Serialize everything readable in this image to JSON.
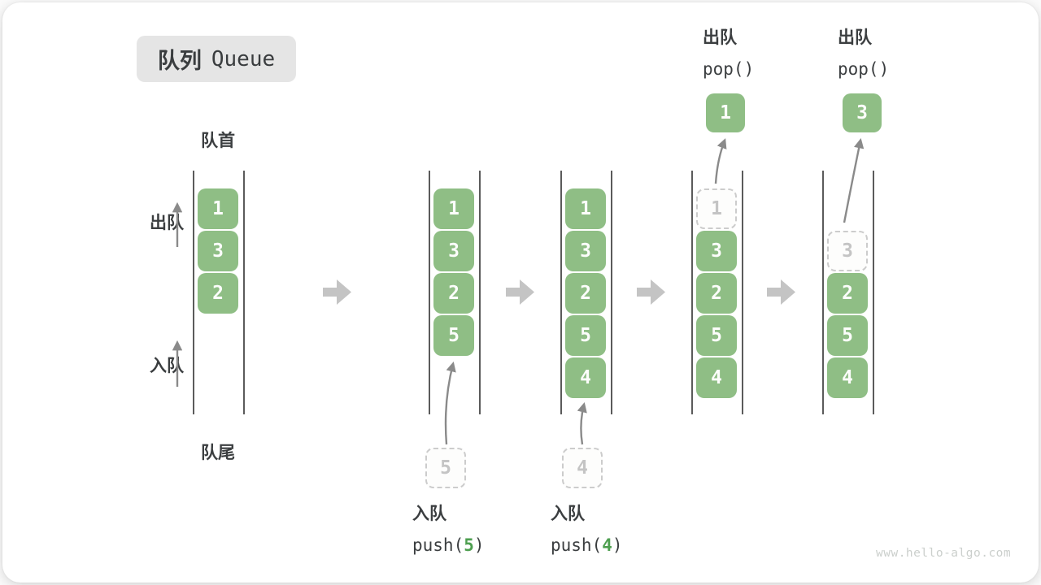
{
  "title": {
    "zh": "队列",
    "en": "Queue"
  },
  "side_labels": {
    "front": "队首",
    "rear": "队尾",
    "dequeue": "出队",
    "enqueue": "入队"
  },
  "watermark": "www.hello-algo.com",
  "colors": {
    "cell_green": "#8FBE85",
    "cell_text": "#FFFFFF",
    "code_arg_green": "#4E9F50",
    "text_dark": "#3B3E40",
    "ghost_border": "#CCCCCC",
    "ghost_text": "#C4C4C4",
    "wall_line": "#5B5B5B",
    "thin_arrow": "#8A8A8A",
    "block_arrow": "#C4C4C4",
    "title_bg": "#E5E5E5",
    "watermark_text": "#CBCFCC"
  },
  "icons": {
    "stage_transition": "right-block-arrow-icon",
    "side_flow": "up-arrow-icon",
    "insert_remove": "curved-up-arrow-icon"
  },
  "stages": [
    {
      "name": "initial",
      "cells": [
        {
          "slot": 1,
          "value": "1",
          "ghost": false
        },
        {
          "slot": 2,
          "value": "3",
          "ghost": false
        },
        {
          "slot": 3,
          "value": "2",
          "ghost": false
        }
      ]
    },
    {
      "name": "enqueue-5",
      "cells": [
        {
          "slot": 1,
          "value": "1",
          "ghost": false
        },
        {
          "slot": 2,
          "value": "3",
          "ghost": false
        },
        {
          "slot": 3,
          "value": "2",
          "ghost": false
        },
        {
          "slot": 4,
          "value": "5",
          "ghost": false
        }
      ],
      "pending_below": "5",
      "caption": {
        "action": "入队",
        "code_prefix": "push(",
        "arg": "5",
        "code_suffix": ")"
      }
    },
    {
      "name": "enqueue-4",
      "cells": [
        {
          "slot": 1,
          "value": "1",
          "ghost": false
        },
        {
          "slot": 2,
          "value": "3",
          "ghost": false
        },
        {
          "slot": 3,
          "value": "2",
          "ghost": false
        },
        {
          "slot": 4,
          "value": "5",
          "ghost": false
        },
        {
          "slot": 5,
          "value": "4",
          "ghost": false
        }
      ],
      "pending_below": "4",
      "caption": {
        "action": "入队",
        "code_prefix": "push(",
        "arg": "4",
        "code_suffix": ")"
      }
    },
    {
      "name": "dequeue-1",
      "cells": [
        {
          "slot": 1,
          "value": "1",
          "ghost": true
        },
        {
          "slot": 2,
          "value": "3",
          "ghost": false
        },
        {
          "slot": 3,
          "value": "2",
          "ghost": false
        },
        {
          "slot": 4,
          "value": "5",
          "ghost": false
        },
        {
          "slot": 5,
          "value": "4",
          "ghost": false
        }
      ],
      "popped": "1",
      "caption_top": {
        "action": "出队",
        "code": "pop()"
      }
    },
    {
      "name": "dequeue-3",
      "cells": [
        {
          "slot": 2,
          "value": "3",
          "ghost": true
        },
        {
          "slot": 3,
          "value": "2",
          "ghost": false
        },
        {
          "slot": 4,
          "value": "5",
          "ghost": false
        },
        {
          "slot": 5,
          "value": "4",
          "ghost": false
        }
      ],
      "popped": "3",
      "caption_top": {
        "action": "出队",
        "code": "pop()"
      }
    }
  ]
}
